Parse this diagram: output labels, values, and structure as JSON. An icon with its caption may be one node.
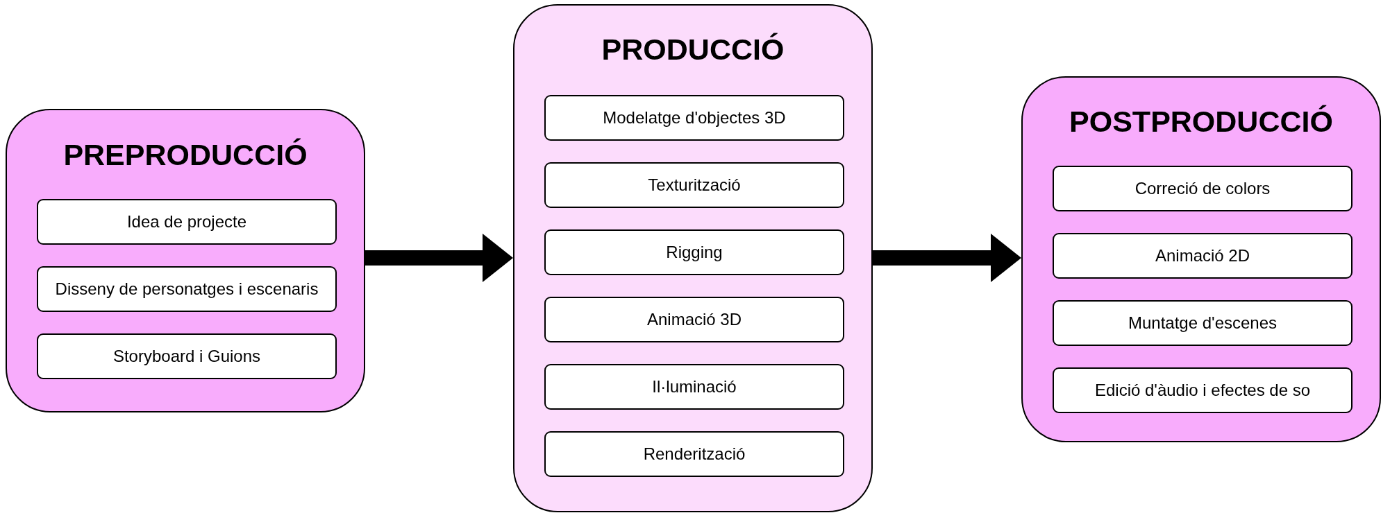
{
  "diagram": {
    "nodes": [
      {
        "text": [
          "PREPRODUCCIÓ"
        ]
      },
      {
        "text": [
          "Idea de projecte"
        ],
        "in": 0
      },
      {
        "text": [
          "Disseny de personatges i escenaris"
        ],
        "in": 0
      },
      {
        "text": [
          "Storyboard i Guions"
        ],
        "in": 0
      },
      {
        "text": [
          "PRODUCCIÓ"
        ]
      },
      {
        "text": [
          "Modelatge d'objectes 3D"
        ],
        "in": 4
      },
      {
        "text": [
          "Texturització"
        ],
        "in": 4
      },
      {
        "text": [
          "Rigging"
        ],
        "in": 4
      },
      {
        "text": [
          "Animació 3D"
        ],
        "in": 4
      },
      {
        "text": [
          "Il·luminació"
        ],
        "in": 4
      },
      {
        "text": [
          "Renderització"
        ],
        "in": 4
      },
      {
        "text": [
          "POSTPRODUCCIÓ"
        ]
      },
      {
        "text": [
          "Correció de colors"
        ],
        "in": 11
      },
      {
        "text": [
          "Animació 2D"
        ],
        "in": 11
      },
      {
        "text": [
          "Muntatge d'escenes"
        ],
        "in": 11
      },
      {
        "text": [
          "Edició d'àudio i efectes de so"
        ],
        "in": 11
      }
    ],
    "edges": [
      {
        "from": 0,
        "to": 4,
        "arrow": "to"
      },
      {
        "from": 4,
        "to": 11,
        "arrow": "to"
      }
    ]
  }
}
